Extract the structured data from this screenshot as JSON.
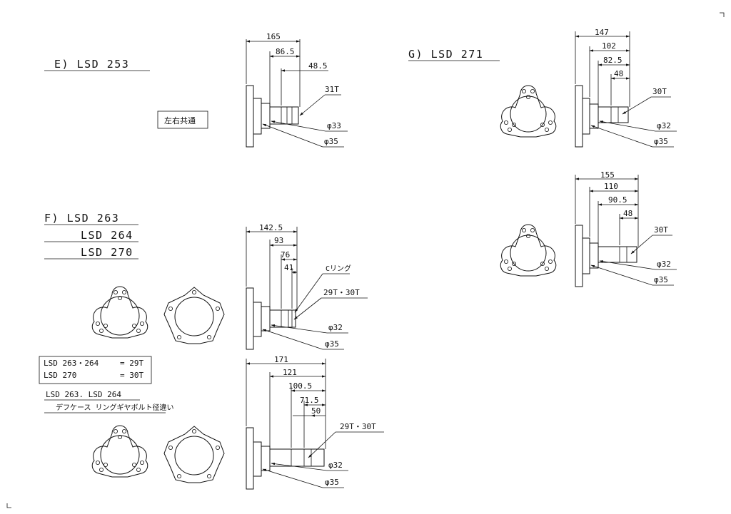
{
  "sections": {
    "e": {
      "title": "E)  LSD  253",
      "note": "左右共通",
      "dims": [
        "165",
        "86.5",
        "48.5"
      ],
      "teeth": "31T",
      "diam1": "φ33",
      "diam2": "φ35"
    },
    "f": {
      "title1": "F)  LSD  263",
      "title2": "LSD  264",
      "title3": "LSD  270",
      "table": {
        "row1_left": "LSD  263・264",
        "row1_right": "= 29T",
        "row2_left": "LSD  270",
        "row2_right": "= 30T"
      },
      "note1": "LSD  263. LSD  264",
      "note2": "デフケース  リングギヤボルト径違い",
      "upper": {
        "dims": [
          "142.5",
          "93",
          "76",
          "41"
        ],
        "cring": "Cリング",
        "teeth": "29T・30T",
        "diam1": "φ32",
        "diam2": "φ35"
      },
      "lower": {
        "dims": [
          "171",
          "121",
          "100.5",
          "71.5",
          "50"
        ],
        "teeth": "29T・30T",
        "diam1": "φ32",
        "diam2": "φ35"
      }
    },
    "g": {
      "title": "G)  LSD  271",
      "upper": {
        "dims": [
          "147",
          "102",
          "82.5",
          "48"
        ],
        "teeth": "30T",
        "diam1": "φ32",
        "diam2": "φ35"
      },
      "lower": {
        "dims": [
          "155",
          "110",
          "90.5",
          "48"
        ],
        "teeth": "30T",
        "diam1": "φ32",
        "diam2": "φ35"
      }
    }
  }
}
